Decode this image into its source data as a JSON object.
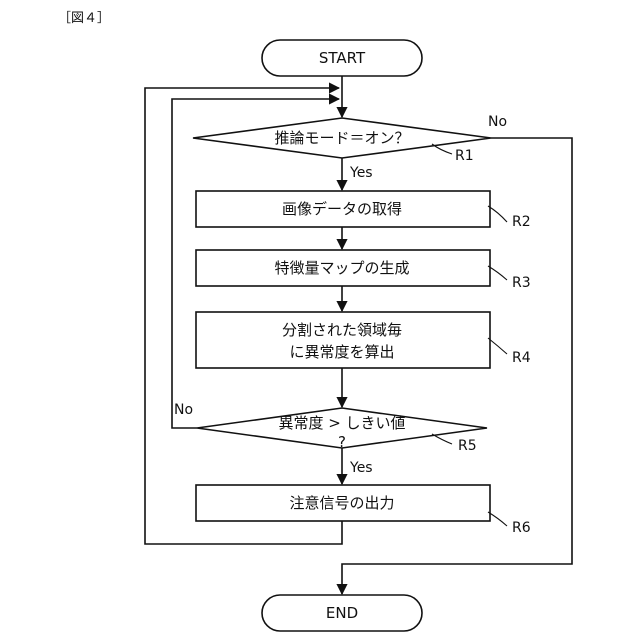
{
  "figure_label": "［図４］",
  "nodes": {
    "start": "START",
    "r1": "推論モード＝オン？",
    "r2": "画像データの取得",
    "r3": "特徴量マップの生成",
    "r4_line1": "分割された領域毎",
    "r4_line2": "に異常度を算出",
    "r5_line1": "異常度 > しきい値",
    "r5_line2": "?",
    "r6": "注意信号の出力",
    "end": "END"
  },
  "edges": {
    "r1_no": "No",
    "r1_yes": "Yes",
    "r5_no": "No",
    "r5_yes": "Yes"
  },
  "refs": {
    "r1": "R1",
    "r2": "R2",
    "r3": "R3",
    "r4": "R4",
    "r5": "R5",
    "r6": "R6"
  }
}
